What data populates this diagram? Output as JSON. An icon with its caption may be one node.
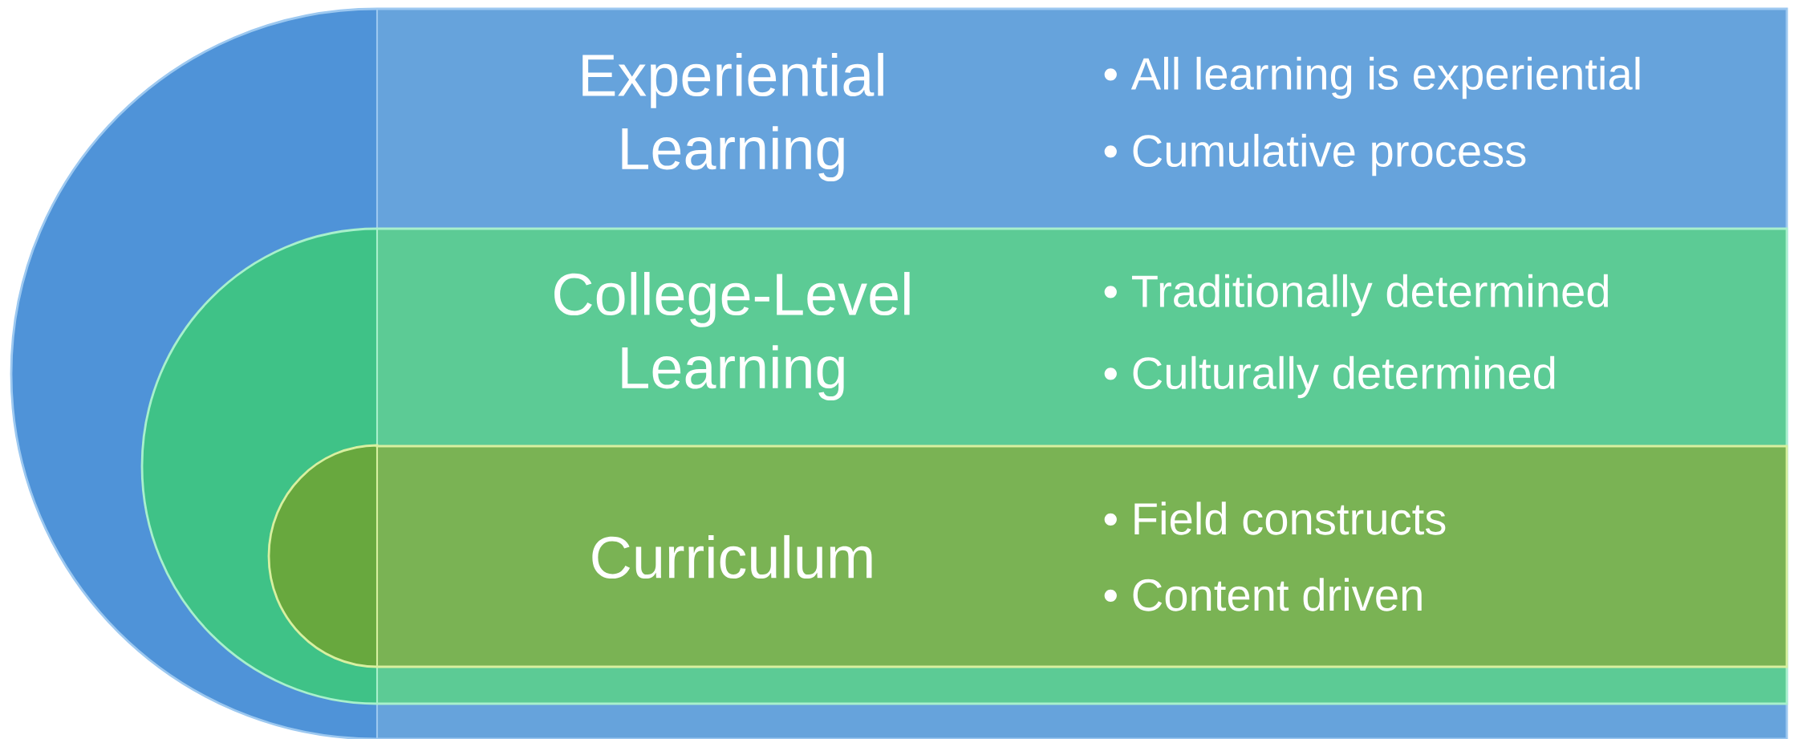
{
  "diagram": {
    "nodes": [
      {
        "text": [
          "Experiential Learning",
          "• All learning is experiential",
          "• Cumulative process"
        ]
      },
      {
        "text": [
          "College-Level Learning",
          "• Traditionally determined",
          "• Culturally determined"
        ],
        "in": 0
      },
      {
        "text": [
          "Curriculum",
          "• Field constructs",
          "• Content driven"
        ],
        "in": 1
      }
    ]
  }
}
